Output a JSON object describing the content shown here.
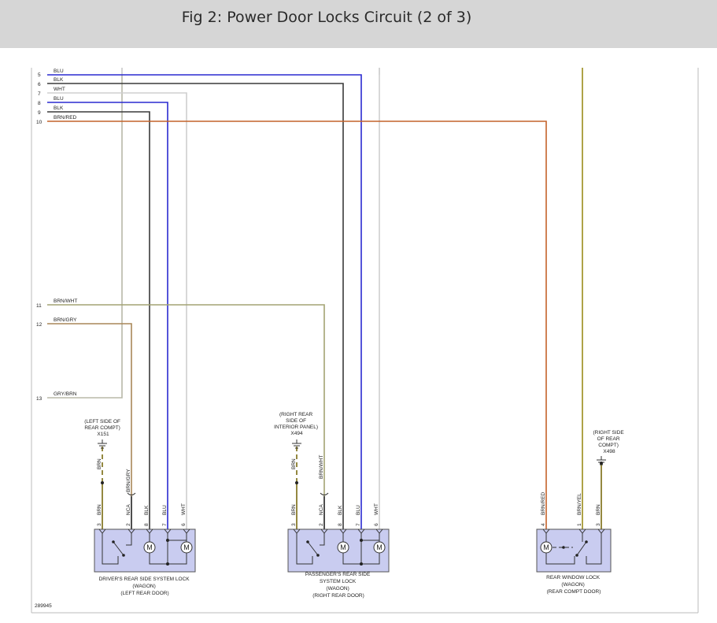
{
  "header": {
    "title": "Fig 2: Power Door Locks Circuit (2 of 3)"
  },
  "colors": {
    "BLU": "#2a2ad0",
    "BLK": "#3a3a3a",
    "WHT": "#c8c8c8",
    "BRN_RED": "#c4622a",
    "BRN_WHT": "#a3a373",
    "BRN_GRY": "#a88758",
    "GRY_BRN": "#b8b8a8",
    "BRN_YEL": "#9a8a1a",
    "BRN": "#7a6a10",
    "component_fill": "#c9ccf0"
  },
  "left_pins": [
    {
      "num": "5",
      "label": "BLU"
    },
    {
      "num": "6",
      "label": "BLK"
    },
    {
      "num": "7",
      "label": "WHT"
    },
    {
      "num": "8",
      "label": "BLU"
    },
    {
      "num": "9",
      "label": "BLK"
    },
    {
      "num": "10",
      "label": "BRN/RED"
    },
    {
      "num": "11",
      "label": "BRN/WHT"
    },
    {
      "num": "12",
      "label": "BRN/GRY"
    },
    {
      "num": "13",
      "label": "GRY/BRN"
    }
  ],
  "grounds": {
    "g1": {
      "lines": [
        "(LEFT SIDE OF",
        "REAR COMPT)"
      ],
      "id": "X151"
    },
    "g2": {
      "lines": [
        "(RIGHT REAR",
        "SIDE OF",
        "INTERIOR PANEL)"
      ],
      "id": "X494"
    },
    "g3": {
      "lines": [
        "(RIGHT SIDE",
        "OF REAR",
        "COMPT)"
      ],
      "id": "X498"
    }
  },
  "vertical_wire_labels": {
    "d_brn_upper": "BRN",
    "d_brn_gry_upper": "BRN/GRY",
    "p_brn_upper": "BRN",
    "p_brn_wht_upper": "BRN/WHT",
    "d_brn": "BRN",
    "d_nca": "NCA",
    "d_blk": "BLK",
    "d_blu": "BLU",
    "d_wht": "WHT",
    "p_brn": "BRN",
    "p_nca": "NCA",
    "p_blk": "BLK",
    "p_blu": "BLU",
    "p_wht": "WHT",
    "w_brn_red": "BRN/RED",
    "w_brn_yel": "BRN/YEL",
    "w_brn": "BRN"
  },
  "pin_numbers": {
    "d1": "3",
    "d2": "2",
    "d3": "8",
    "d4": "7",
    "d5": "6",
    "p1": "3",
    "p2": "2",
    "p3": "8",
    "p4": "7",
    "p5": "6",
    "w1": "4",
    "w2": "1",
    "w3": "3"
  },
  "motor_label": "M",
  "components": {
    "driver": {
      "lines": [
        "DRIVER'S REAR SIDE SYSTEM LOCK",
        "(WAGON)",
        "(LEFT REAR DOOR)"
      ]
    },
    "passenger": {
      "lines": [
        "PASSENGER'S REAR SIDE",
        "SYSTEM LOCK",
        "(WAGON)",
        "(RIGHT REAR DOOR)"
      ]
    },
    "window": {
      "lines": [
        "REAR WINDOW LOCK",
        "(WAGON)",
        "(REAR COMPT DOOR)"
      ]
    }
  },
  "diagram_id": "289945"
}
